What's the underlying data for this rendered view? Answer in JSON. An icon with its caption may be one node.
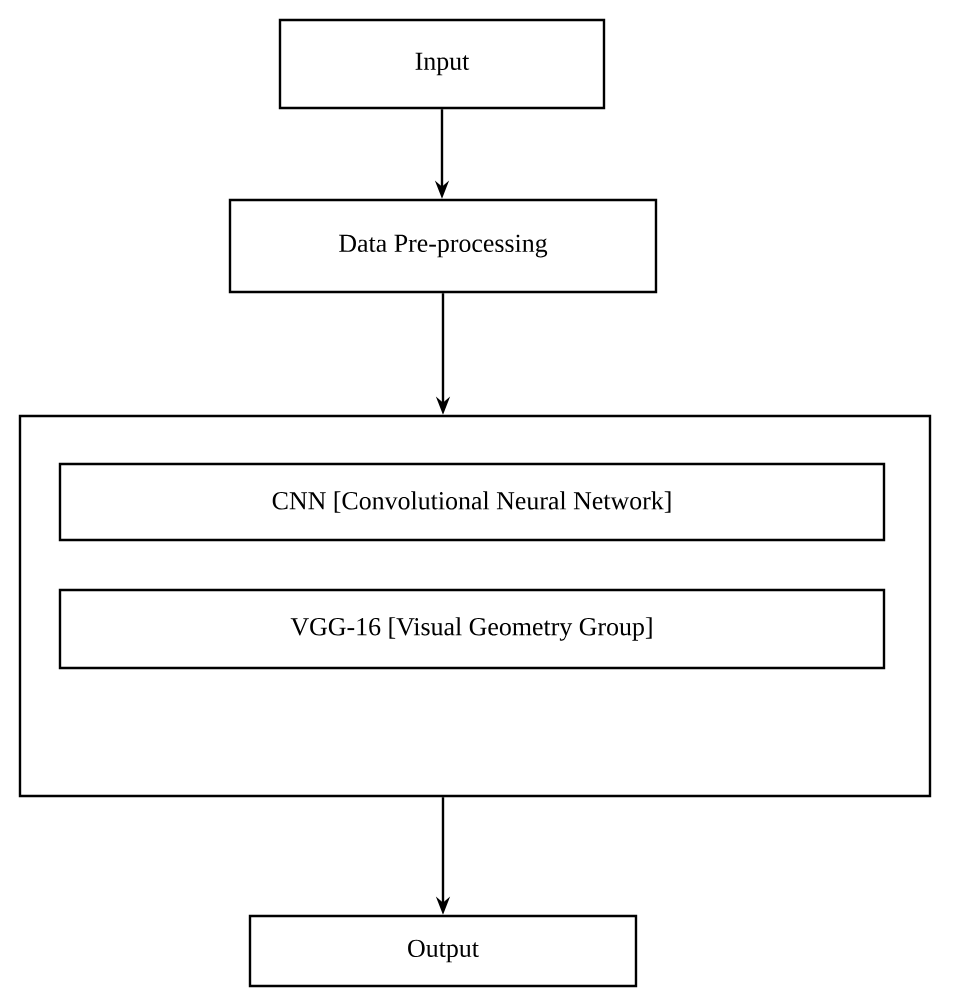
{
  "diagram": {
    "nodes": [
      {
        "text": [
          "Input"
        ]
      },
      {
        "text": [
          "Data Pre-processing"
        ]
      },
      {
        "text": [],
        "shape": "box"
      },
      {
        "text": [
          "CNN [Convolutional Neural Network]"
        ],
        "in": 2
      },
      {
        "text": [
          "VGG-16 [Visual Geometry Group]"
        ],
        "in": 2
      },
      {
        "text": [
          "Output"
        ]
      }
    ],
    "edges": [
      {
        "from": 0,
        "to": 1,
        "arrow": "to"
      },
      {
        "from": 1,
        "to": 2,
        "arrow": "to"
      },
      {
        "from": 2,
        "to": 5,
        "arrow": "to"
      }
    ]
  }
}
